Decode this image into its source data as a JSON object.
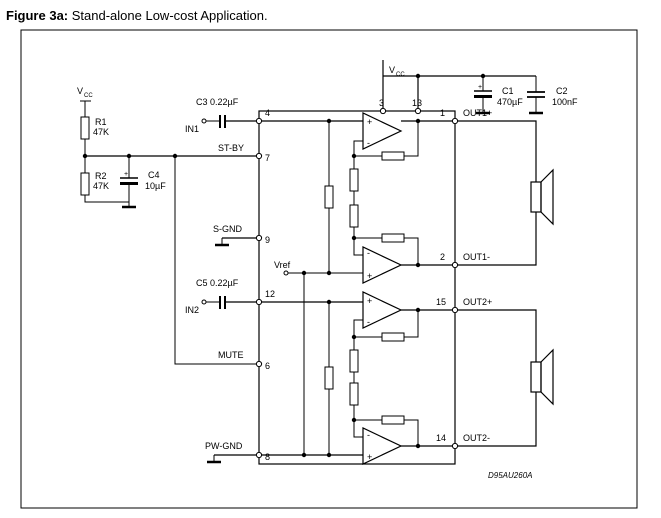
{
  "caption": {
    "label": "Figure 3a:",
    "title": "Stand-alone Low-cost Application."
  },
  "supply": {
    "vcc_left": "V",
    "vcc_left_sub": "CC",
    "vcc_top": "V",
    "vcc_top_sub": "CC"
  },
  "components": {
    "r1_name": "R1",
    "r1_value": "47K",
    "r2_name": "R2",
    "r2_value": "47K",
    "c1_name": "C1",
    "c1_value": "470µF",
    "c2_name": "C2",
    "c2_value": "100nF",
    "c3": "C3 0.22µF",
    "c4_name": "C4",
    "c4_value": "10µF",
    "c5": "C5 0.22µF"
  },
  "inputs": {
    "in1": "IN1",
    "in2": "IN2",
    "vref": "Vref"
  },
  "pins": {
    "st_by": "ST-BY",
    "s_gnd": "S-GND",
    "mute": "MUTE",
    "pw_gnd": "PW-GND",
    "p3": "3",
    "p13": "13",
    "p4": "4",
    "p7": "7",
    "p9": "9",
    "p12": "12",
    "p6": "6",
    "p8": "8",
    "p1": "1",
    "p2": "2",
    "p15": "15",
    "p14": "14"
  },
  "outputs": {
    "out1p": "OUT1+",
    "out1m": "OUT1-",
    "out2p": "OUT2+",
    "out2m": "OUT2-"
  },
  "opamp": {
    "plus": "+",
    "minus": "-"
  },
  "drawing_ref": "D95AU260A"
}
